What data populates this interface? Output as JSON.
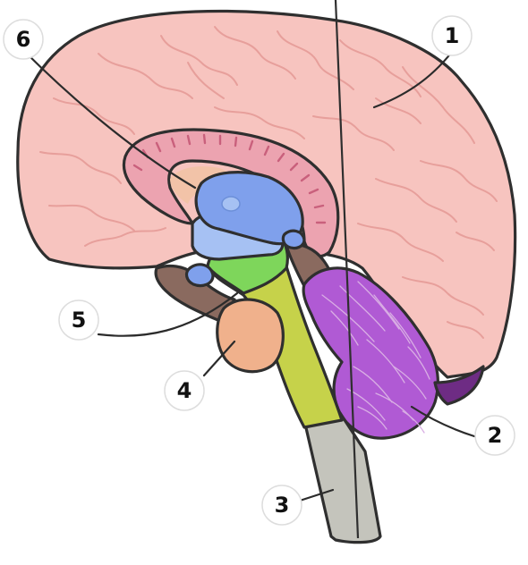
{
  "labels": [
    {
      "id": "1",
      "text": "1"
    },
    {
      "id": "2",
      "text": "2"
    },
    {
      "id": "3",
      "text": "3"
    },
    {
      "id": "4",
      "text": "4"
    },
    {
      "id": "5",
      "text": "5"
    },
    {
      "id": "6",
      "text": "6"
    }
  ],
  "colors": {
    "cerebrum": "#f7c4bf",
    "gyri": "#e79f9b",
    "corpus_callosum": "#eca3b0",
    "thalamus": "#7fa0ec",
    "hypothalamus": "#a6c1f3",
    "midbrain": "#7ed65b",
    "pons": "#f0b18c",
    "medulla": "#c6d24a",
    "spinal_cord": "#c4c4bc",
    "cerebellum": "#b05ad4",
    "brain_stem_base": "#8a6a5f",
    "outline": "#2f2f2f"
  }
}
